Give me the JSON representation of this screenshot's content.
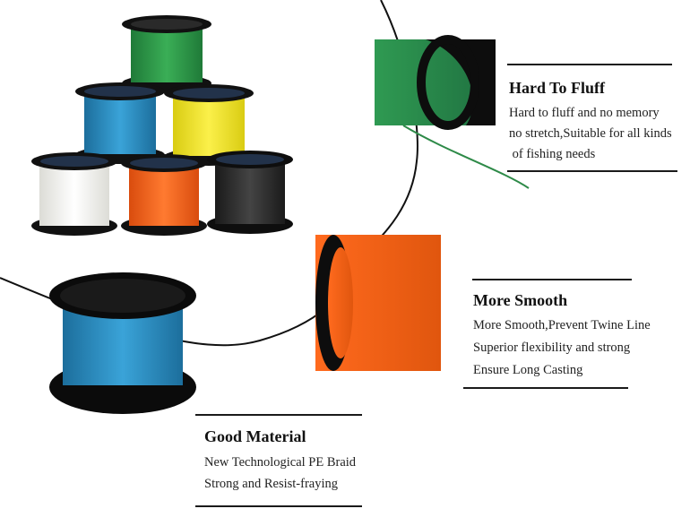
{
  "features": [
    {
      "title": "Hard To Fluff",
      "lines": [
        "Hard to fluff and no memory",
        "no stretch,Suitable for all kinds",
        " of fishing needs"
      ]
    },
    {
      "title": "More Smooth",
      "lines": [
        "More Smooth,Prevent Twine Line",
        "Superior flexibility and strong",
        "Ensure Long Casting"
      ]
    },
    {
      "title": "Good Material",
      "lines": [
        "New Technological PE Braid",
        "Strong and Resist-fraying"
      ]
    }
  ],
  "spool_colors": {
    "green": "#2e9a4a",
    "blue": "#2d92c8",
    "yellow": "#f2e62a",
    "white": "#f4f4f0",
    "orange": "#f5621a",
    "black": "#2a2a2a",
    "rim": "#111111"
  }
}
